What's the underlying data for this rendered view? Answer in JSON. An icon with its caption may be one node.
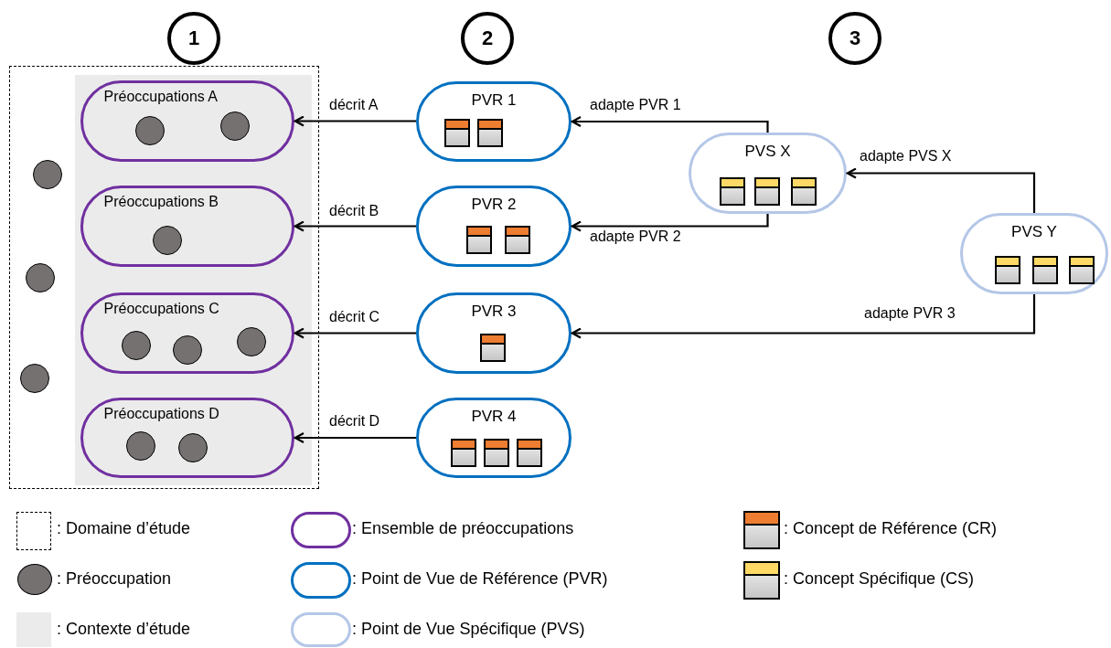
{
  "diagram": {
    "nodes": [
      {
        "text": [],
        "shape": "box"
      },
      {
        "text": [],
        "shape": "box",
        "in": 0
      },
      {
        "text": [
          "Préoccupations A"
        ],
        "in": 1
      },
      {
        "text": [
          "Préoccupations B"
        ],
        "in": 1
      },
      {
        "text": [
          "Préoccupations C"
        ],
        "in": 1
      },
      {
        "text": [
          "Préoccupations D"
        ],
        "in": 1
      },
      {
        "text": [
          "PVR 1"
        ]
      },
      {
        "text": [
          "PVR 2"
        ]
      },
      {
        "text": [
          "PVR 3"
        ]
      },
      {
        "text": [
          "PVR 4"
        ]
      },
      {
        "text": [
          "PVS X"
        ]
      },
      {
        "text": [
          "PVS Y"
        ]
      },
      {
        "text": [],
        "shape": "circle",
        "in": 2
      },
      {
        "text": [],
        "shape": "circle",
        "in": 2
      },
      {
        "text": [],
        "shape": "circle",
        "in": 3
      },
      {
        "text": [],
        "shape": "circle",
        "in": 4
      },
      {
        "text": [],
        "shape": "circle",
        "in": 4
      },
      {
        "text": [],
        "shape": "circle",
        "in": 4
      },
      {
        "text": [],
        "shape": "circle",
        "in": 5
      },
      {
        "text": [],
        "shape": "circle",
        "in": 5
      },
      {
        "text": [],
        "shape": "circle",
        "in": 0
      },
      {
        "text": [],
        "shape": "circle",
        "in": 0
      },
      {
        "text": [],
        "shape": "circle",
        "in": 0
      },
      {
        "text": [],
        "shape": "box",
        "in": 6
      },
      {
        "text": [],
        "shape": "box",
        "in": 6
      },
      {
        "text": [],
        "shape": "box",
        "in": 7
      },
      {
        "text": [],
        "shape": "box",
        "in": 7
      },
      {
        "text": [],
        "shape": "box",
        "in": 8
      },
      {
        "text": [],
        "shape": "box",
        "in": 9
      },
      {
        "text": [],
        "shape": "box",
        "in": 9
      },
      {
        "text": [],
        "shape": "box",
        "in": 9
      },
      {
        "text": [],
        "shape": "box",
        "in": 10
      },
      {
        "text": [],
        "shape": "box",
        "in": 10
      },
      {
        "text": [],
        "shape": "box",
        "in": 10
      },
      {
        "text": [],
        "shape": "box",
        "in": 11
      },
      {
        "text": [],
        "shape": "box",
        "in": 11
      },
      {
        "text": [],
        "shape": "box",
        "in": 11
      }
    ],
    "edges": [
      {
        "from": 6,
        "to": 2,
        "arrow": "to",
        "label": "décrit A"
      },
      {
        "from": 7,
        "to": 3,
        "arrow": "to",
        "label": "décrit B"
      },
      {
        "from": 8,
        "to": 4,
        "arrow": "to",
        "label": "décrit C"
      },
      {
        "from": 9,
        "to": 5,
        "arrow": "to",
        "label": "décrit D"
      },
      {
        "from": 10,
        "to": 6,
        "arrow": "to",
        "label": "adapte PVR 1"
      },
      {
        "from": 10,
        "to": 7,
        "arrow": "to",
        "label": "adapte PVR 2"
      },
      {
        "from": 11,
        "to": 10,
        "arrow": "to",
        "label": "adapte PVS X"
      },
      {
        "from": 11,
        "to": 8,
        "arrow": "to",
        "label": "adapte PVR 3"
      }
    ],
    "labels": [
      "1",
      "2",
      "3"
    ],
    "legend": [
      {
        "text": ": Domaine d’étude"
      },
      {
        "text": ": Ensemble de préoccupations"
      },
      {
        "text": ": Concept de Référence (CR)"
      },
      {
        "text": ": Préoccupation"
      },
      {
        "text": ": Point de Vue de Référence (PVR)"
      },
      {
        "text": ": Concept Spécifique (CS)"
      },
      {
        "text": ": Contexte d’étude",
        "color": "#ebebeb"
      },
      {
        "text": ": Point de Vue Spécifique (PVS)"
      }
    ]
  }
}
